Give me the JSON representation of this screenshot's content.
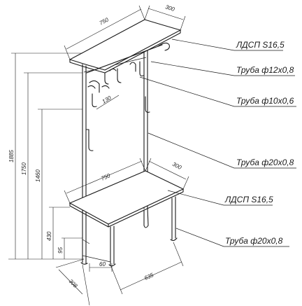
{
  "callouts": [
    {
      "id": "top-board",
      "text": "ЛДСП S16,5"
    },
    {
      "id": "tube-12",
      "text": "Труба ф12х0,8"
    },
    {
      "id": "tube-10",
      "text": "Труба ф10х0,6"
    },
    {
      "id": "tube-20-upper",
      "text": "Труба ф20х0,8"
    },
    {
      "id": "seat-board",
      "text": "ЛДСП S16,5"
    },
    {
      "id": "tube-20-lower",
      "text": "Труба ф20х0,8"
    }
  ],
  "dimensions": {
    "top_width": "750",
    "top_depth": "300",
    "hook_spacing": "130",
    "height_total": "1885",
    "height_1750": "1750",
    "height_1460": "1460",
    "height_430": "430",
    "height_95": "95",
    "seat_width": "750",
    "seat_depth": "300",
    "base_60": "60",
    "base_308": "308",
    "base_635": "635"
  }
}
